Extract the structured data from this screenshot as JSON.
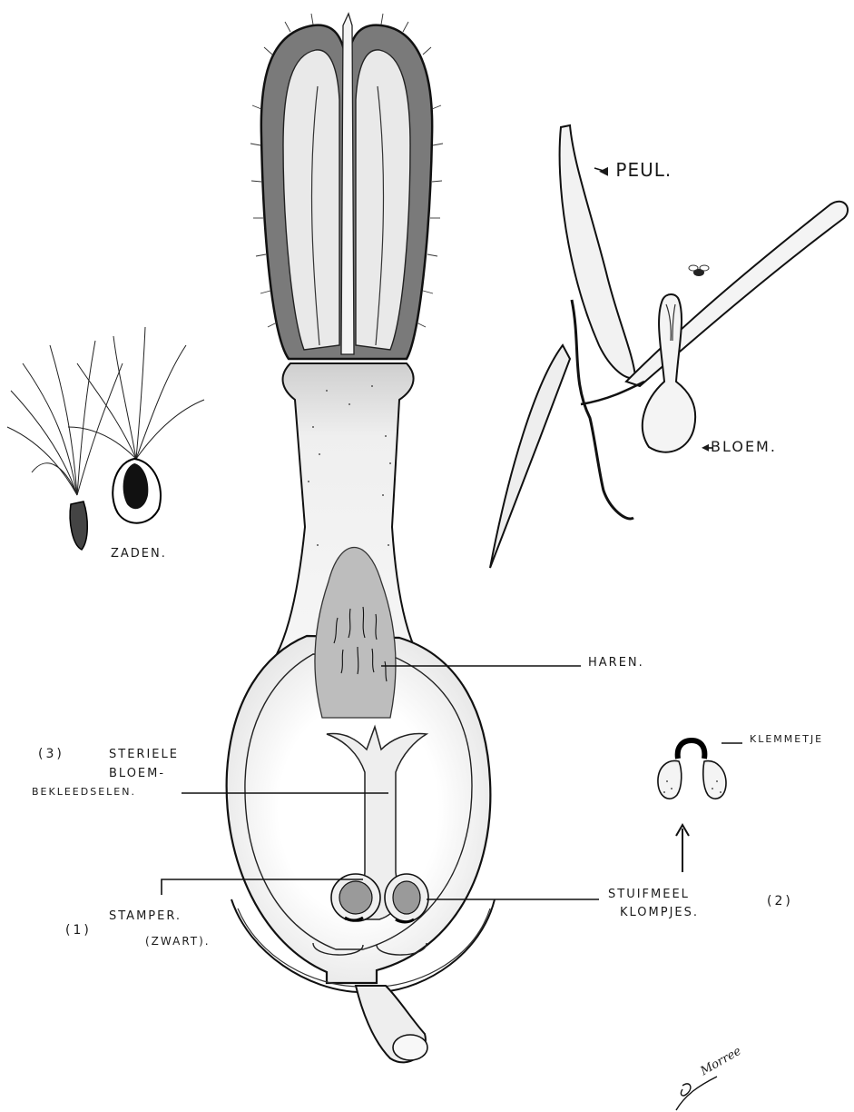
{
  "labels": {
    "peul": "PEUL.",
    "bloem": "BLOEM.",
    "zaden": "ZADEN.",
    "haren": "HAREN.",
    "klemmetje": "KLEMMETJE",
    "steriele_1": "STERIELE",
    "steriele_2": "BLOEM-",
    "steriele_3": "BEKLEEDSELEN.",
    "stamper": "STAMPER.",
    "zwart": "(ZWART).",
    "stuifmeel_1": "STUIFMEEL",
    "stuifmeel_2": "KLOMPJES.",
    "num_1": "(1)",
    "num_2": "(2)",
    "num_3": "(3)"
  },
  "signature": "Morree"
}
